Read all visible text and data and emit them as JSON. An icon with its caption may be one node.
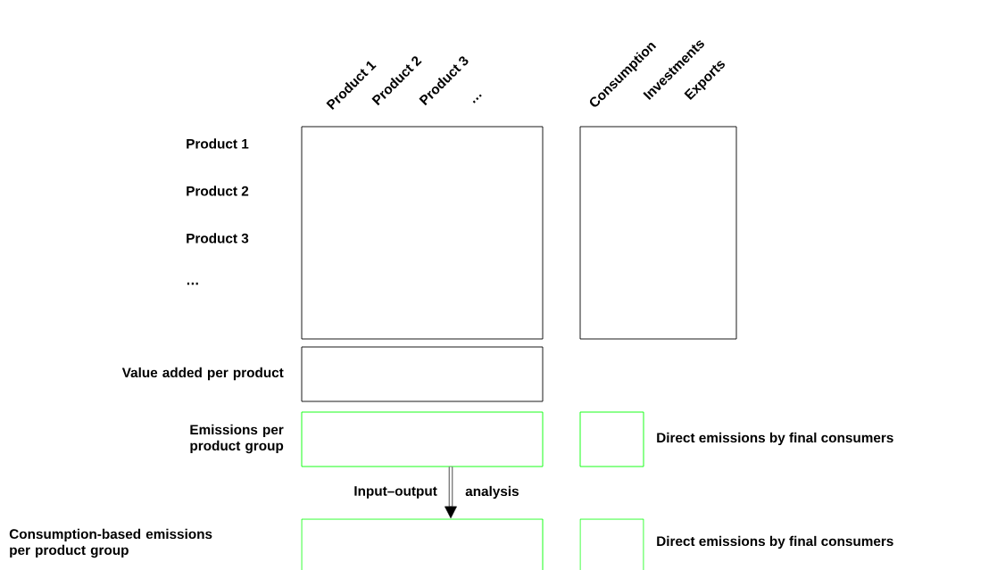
{
  "diagram": {
    "nodes": [
      {
        "text": [],
        "shape": "box"
      },
      {
        "text": [],
        "shape": "box"
      },
      {
        "text": [],
        "shape": "box",
        "beside": [
          "Value added per product"
        ]
      },
      {
        "text": [],
        "shape": "box",
        "beside": [
          "Emissions per product group"
        ]
      },
      {
        "text": [],
        "shape": "box",
        "beside": [
          "Direct emissions by final consumers"
        ]
      },
      {
        "text": [],
        "shape": "box"
      },
      {
        "text": [],
        "shape": "box",
        "beside": [
          "Direct emissions by final consumers"
        ]
      }
    ],
    "edges": [
      {
        "from": 3,
        "to": 5,
        "arrow": "to"
      }
    ],
    "labels": [
      "Product 1",
      "Product 2",
      "Product 3",
      "…",
      "Consumption",
      "Investments",
      "Exports",
      "Product 1",
      "Product 2",
      "Product 3",
      "…",
      "Input–output",
      "analysis",
      "Consumption-based emissions per product group"
    ]
  }
}
